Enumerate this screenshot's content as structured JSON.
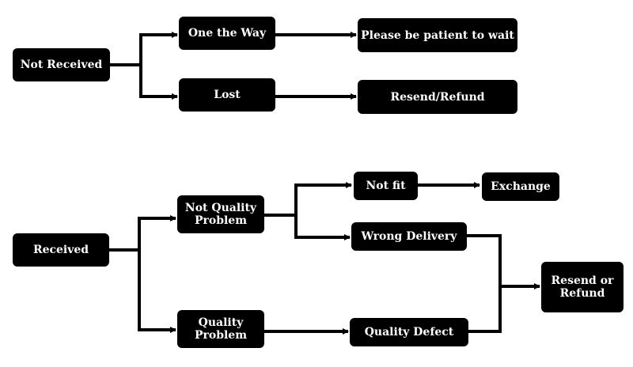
{
  "top_flow": {
    "not_received": "Not Received",
    "on_the_way": "One the Way",
    "lost": "Lost",
    "be_patient": "Please be patient to wait",
    "resend_refund": "Resend/Refund"
  },
  "bottom_flow": {
    "received": "Received",
    "not_quality_problem_line1": "Not Quality",
    "not_quality_problem_line2": "Problem",
    "quality_problem_line1": "Quality",
    "quality_problem_line2": "Problem",
    "not_fit": "Not fit",
    "exchange": "Exchange",
    "wrong_delivery": "Wrong Delivery",
    "quality_defect": "Quality Defect",
    "resend_or_refund_line1": "Resend or",
    "resend_or_refund_line2": "Refund"
  },
  "colors": {
    "node_fill": "#000000",
    "node_text": "#ffffff",
    "connector": "#000000",
    "background": "#ffffff"
  }
}
